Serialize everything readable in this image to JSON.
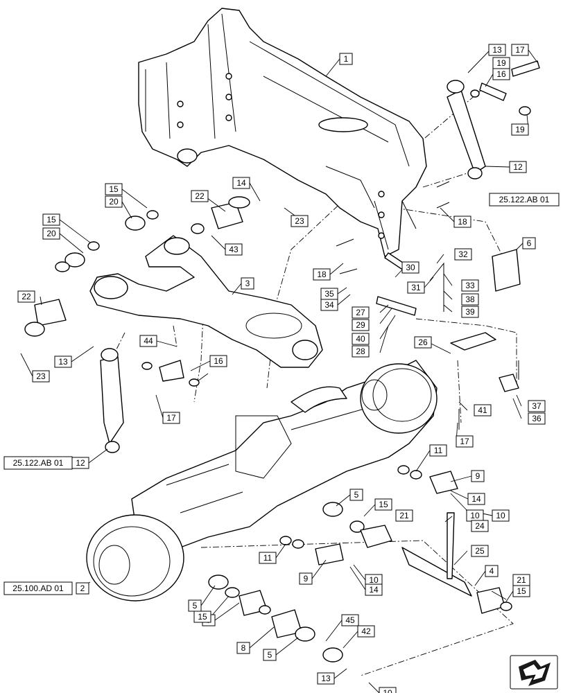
{
  "callouts": [
    "1",
    "2",
    "3",
    "4",
    "5",
    "5",
    "5",
    "6",
    "7",
    "8",
    "9",
    "9",
    "10",
    "10",
    "10",
    "10",
    "11",
    "11",
    "12",
    "12",
    "13",
    "13",
    "13",
    "14",
    "14",
    "14",
    "15",
    "15",
    "15",
    "15",
    "15",
    "16",
    "16",
    "17",
    "17",
    "17",
    "18",
    "18",
    "19",
    "19",
    "20",
    "20",
    "21",
    "21",
    "22",
    "22",
    "23",
    "23",
    "24",
    "25",
    "26",
    "27",
    "28",
    "29",
    "30",
    "31",
    "32",
    "33",
    "34",
    "35",
    "36",
    "37",
    "38",
    "39",
    "40",
    "41",
    "42",
    "43",
    "44",
    "45"
  ],
  "references": [
    "25.122.AB 01",
    "25.122.AB 01",
    "25.100.AD 01"
  ],
  "nav_icon": "next-page-arrow-icon"
}
